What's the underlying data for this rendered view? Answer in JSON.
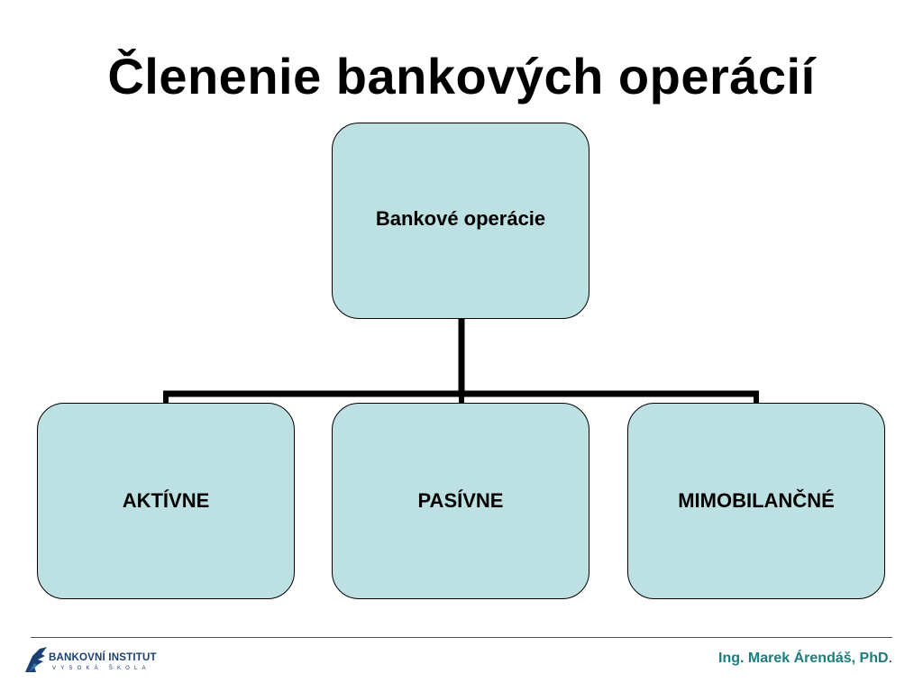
{
  "slide": {
    "title": "Členenie bankových operácií"
  },
  "diagram": {
    "root": {
      "label": "Bankové operácie"
    },
    "children": [
      {
        "label": "AKTÍVNE"
      },
      {
        "label": "PASÍVNE"
      },
      {
        "label": "MIMOBILANČNÉ"
      }
    ],
    "colors": {
      "box_fill": "#bde0e3",
      "box_border": "#000000",
      "connector": "#000000"
    }
  },
  "footer": {
    "logo_main": "BANKOVNÍ INSTITUT",
    "logo_sub": "VYSOKÁ ŠKOLA",
    "author": "Ing. Marek Árendáš, PhD",
    "author_suffix": ".",
    "colors": {
      "author": "#1b7d7d",
      "logo": "#1a3f73"
    }
  }
}
